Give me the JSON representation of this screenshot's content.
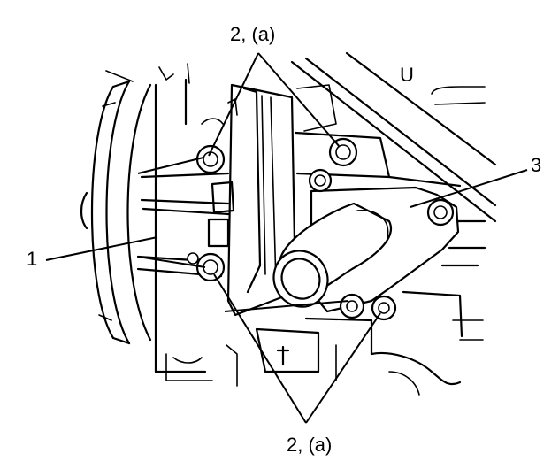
{
  "figure": {
    "labels": {
      "water_pump": "1",
      "bolts_top": "2, (a)",
      "bolts_bottom": "2, (a)",
      "outlet_pipe": "3",
      "corner_mark": "U"
    },
    "colors": {
      "ink": "#000000",
      "paper": "#ffffff"
    }
  }
}
